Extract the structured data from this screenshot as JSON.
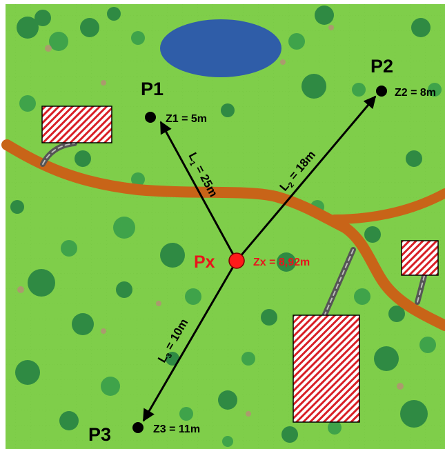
{
  "points": {
    "p1": {
      "name": "P1",
      "elevation_label": "Z1 = 5m"
    },
    "p2": {
      "name": "P2",
      "elevation_label": "Z2 = 8m"
    },
    "p3": {
      "name": "P3",
      "elevation_label": "Z3 = 11m"
    },
    "px": {
      "name": "Px",
      "elevation_label": "Zx = 8,92m"
    }
  },
  "distances": {
    "l1": {
      "symbol": "L",
      "subscript": "1",
      "value_text": " = 25m"
    },
    "l2": {
      "symbol": "L",
      "subscript": "2",
      "value_text": " = 18m"
    },
    "l3": {
      "symbol": "L",
      "subscript": "3",
      "value_text": " = 10m"
    }
  },
  "colors": {
    "grass": "#7fce4a",
    "pond": "#2f5da8",
    "road": "#c86418",
    "building_hatch": "#d81f26",
    "px_marker": "#ff1a1a",
    "px_text": "#e8141c",
    "ink": "#000000"
  }
}
